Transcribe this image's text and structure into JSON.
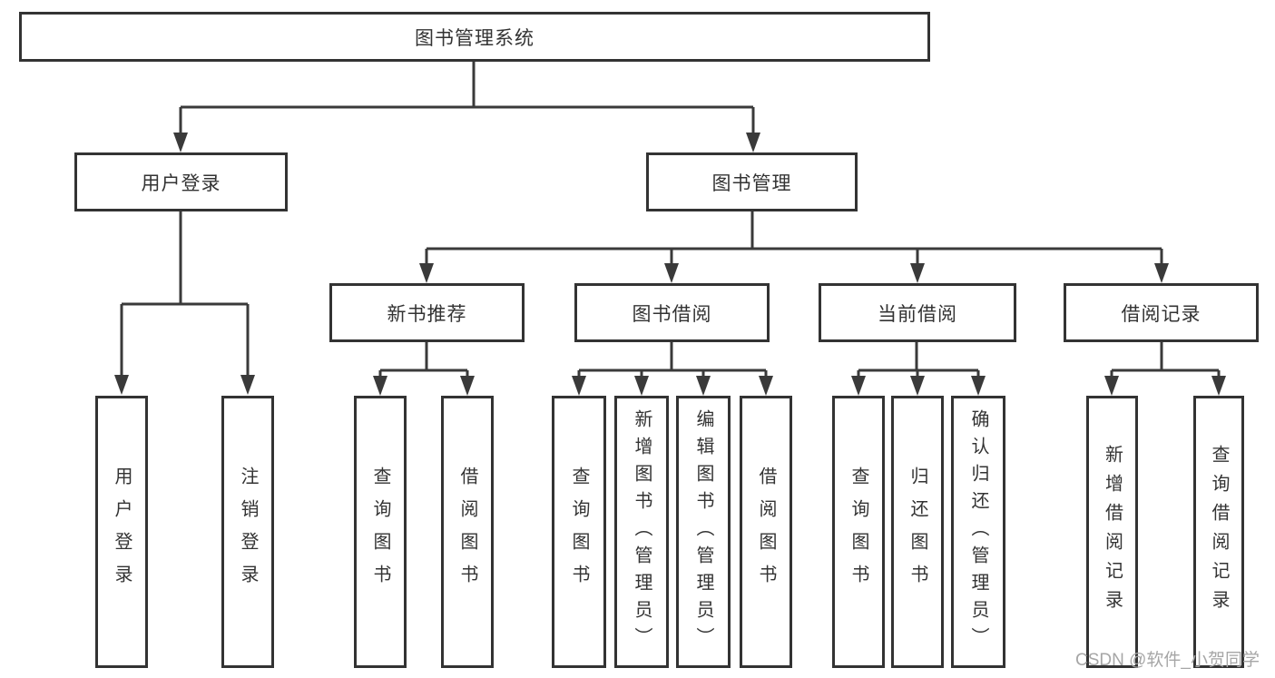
{
  "colors": {
    "line": "#3a3a3a",
    "border": "#333333",
    "text": "#333333",
    "watermark": "#a6a6a6",
    "background": "#ffffff"
  },
  "tree": {
    "root": {
      "label": "图书管理系统",
      "children": [
        {
          "label": "用户登录",
          "children": [
            {
              "label": "用户登录"
            },
            {
              "label": "注销登录"
            }
          ]
        },
        {
          "label": "图书管理",
          "children": [
            {
              "label": "新书推荐",
              "children": [
                {
                  "label": "查询图书"
                },
                {
                  "label": "借阅图书"
                }
              ]
            },
            {
              "label": "图书借阅",
              "children": [
                {
                  "label": "查询图书"
                },
                {
                  "label": "新增图书（管理员）"
                },
                {
                  "label": "编辑图书（管理员）"
                },
                {
                  "label": "借阅图书"
                }
              ]
            },
            {
              "label": "当前借阅",
              "children": [
                {
                  "label": "查询图书"
                },
                {
                  "label": "归还图书"
                },
                {
                  "label": "确认归还（管理员）"
                }
              ]
            },
            {
              "label": "借阅记录",
              "children": [
                {
                  "label": "新增借阅记录"
                },
                {
                  "label": "查询借阅记录"
                }
              ]
            }
          ]
        }
      ]
    }
  },
  "watermark": {
    "text": "CSDN @软件_小贺同学"
  }
}
